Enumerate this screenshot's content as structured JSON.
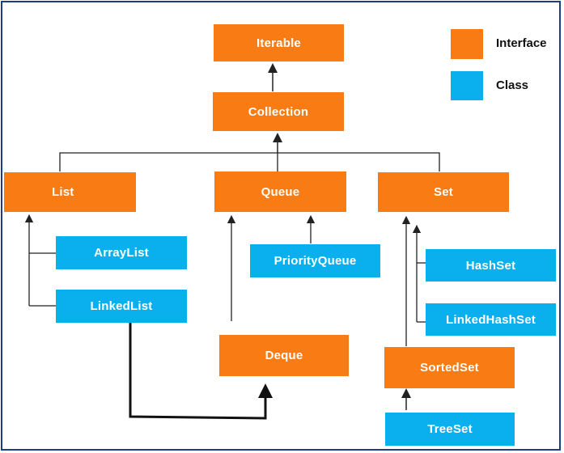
{
  "legend": {
    "interface_label": "Interface",
    "class_label": "Class",
    "interface_color": "#f97b14",
    "class_color": "#0ab0ee"
  },
  "nodes": {
    "iterable": "Iterable",
    "collection": "Collection",
    "list": "List",
    "queue": "Queue",
    "set": "Set",
    "arraylist": "ArrayList",
    "linkedlist": "LinkedList",
    "priorityqueue": "PriorityQueue",
    "deque": "Deque",
    "hashset": "HashSet",
    "linkedhashset": "LinkedHashSet",
    "sortedset": "SortedSet",
    "treeset": "TreeSet"
  }
}
